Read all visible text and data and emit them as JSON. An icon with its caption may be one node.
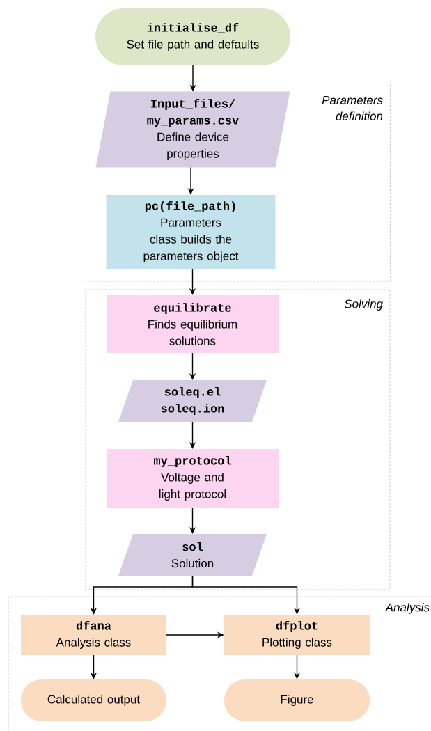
{
  "diagram": {
    "nodes": [
      {
        "text": [
          "initialise_df",
          "Set file path and defaults"
        ]
      },
      {
        "text": [
          "Parameters definition"
        ]
      },
      {
        "text": [
          "Input_files/ my_params.csv",
          "Define device properties"
        ],
        "in": 1
      },
      {
        "text": [
          "pc(file_path)",
          "Parameters class builds the parameters object"
        ],
        "in": 1
      },
      {
        "text": [
          "Solving"
        ]
      },
      {
        "text": [
          "equilibrate",
          "Finds equilibrium solutions"
        ],
        "in": 4
      },
      {
        "text": [
          "soleq.el",
          "soleq.ion"
        ],
        "in": 4
      },
      {
        "text": [
          "my_protocol",
          "Voltage and light protocol"
        ],
        "in": 4
      },
      {
        "text": [
          "sol",
          "Solution"
        ],
        "in": 4
      },
      {
        "text": [
          "Analysis"
        ]
      },
      {
        "text": [
          "dfana",
          "Analysis class"
        ],
        "in": 9
      },
      {
        "text": [
          "dfplot",
          "Plotting class"
        ],
        "in": 9
      },
      {
        "text": [
          "Calculated output"
        ],
        "in": 9
      },
      {
        "text": [
          "Figure"
        ],
        "in": 9
      }
    ],
    "edges": [
      {
        "from": 0,
        "to": 2,
        "arrow": "to"
      },
      {
        "from": 2,
        "to": 3,
        "arrow": "to"
      },
      {
        "from": 3,
        "to": 5,
        "arrow": "to"
      },
      {
        "from": 5,
        "to": 6,
        "arrow": "to"
      },
      {
        "from": 6,
        "to": 7,
        "arrow": "to"
      },
      {
        "from": 7,
        "to": 8,
        "arrow": "to"
      },
      {
        "from": 8,
        "to": 10,
        "arrow": "to"
      },
      {
        "from": 8,
        "to": 11,
        "arrow": "to"
      },
      {
        "from": 10,
        "to": 11,
        "arrow": "to"
      },
      {
        "from": 10,
        "to": 12,
        "arrow": "to"
      },
      {
        "from": 11,
        "to": 13,
        "arrow": "to"
      }
    ]
  }
}
